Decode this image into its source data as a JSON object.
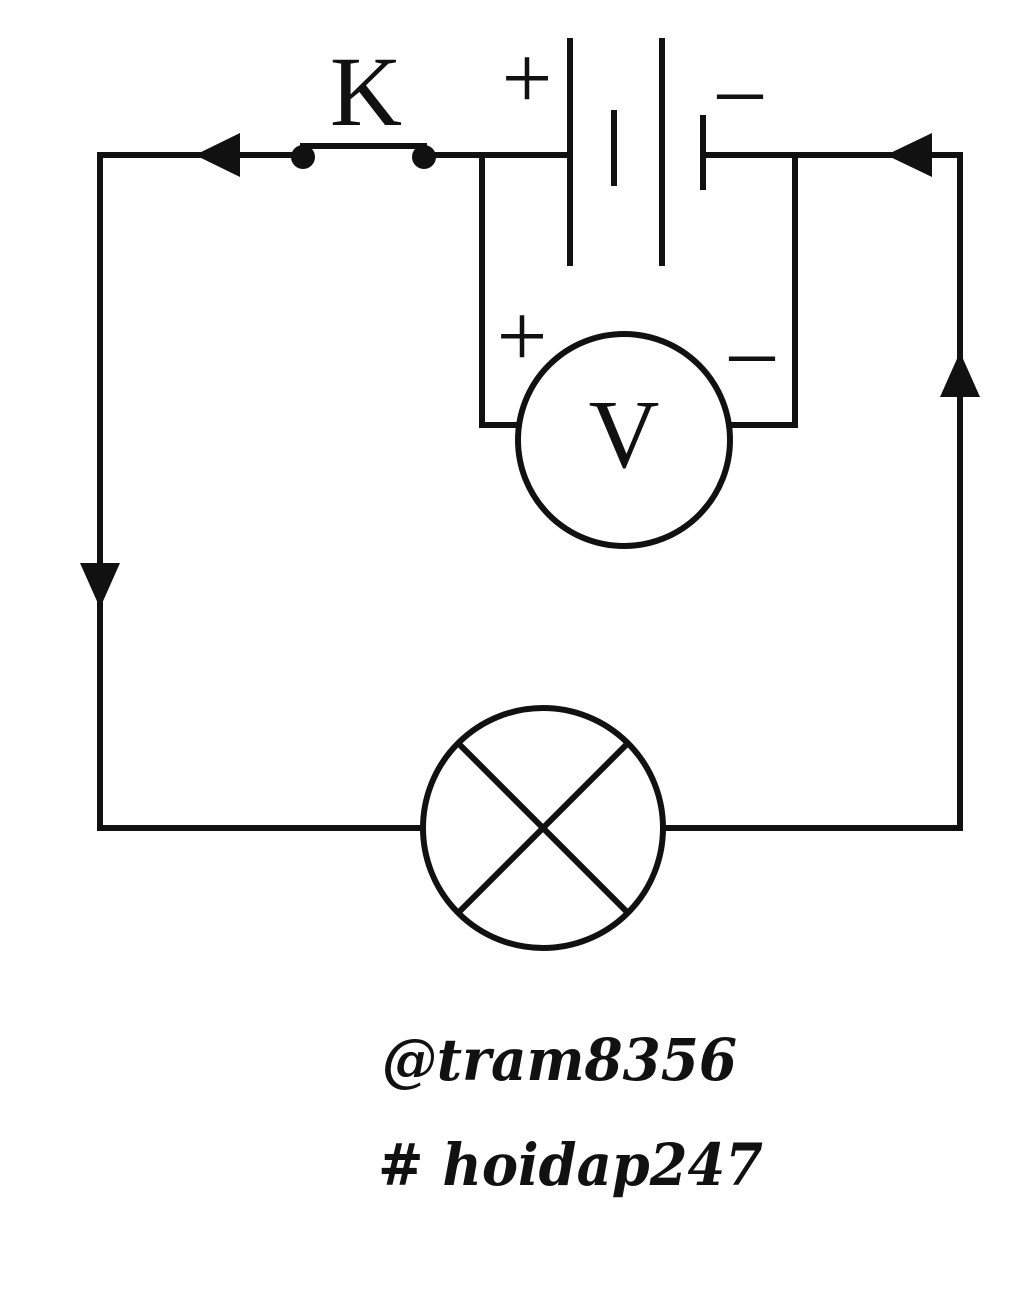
{
  "labels": {
    "switch": "K",
    "battery_positive": "+",
    "battery_negative": "–",
    "voltmeter": "V",
    "voltmeter_positive": "+",
    "voltmeter_negative": "–"
  },
  "watermark": {
    "line1": "@tram8356",
    "line2": "# hoidap247"
  }
}
